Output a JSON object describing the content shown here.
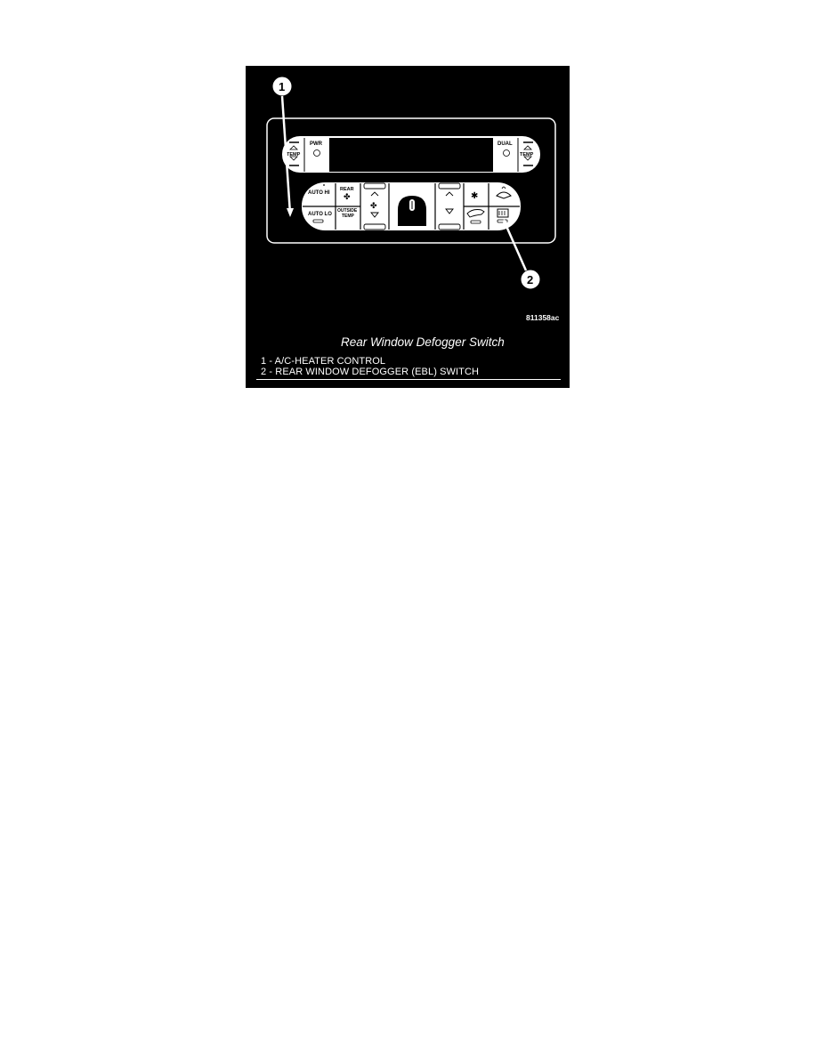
{
  "figure": {
    "title": "Rear Window Defogger Switch",
    "figure_code": "811358ac",
    "callouts": [
      "1",
      "2"
    ],
    "legend": [
      "1 - A/C-HEATER CONTROL",
      "2 - REAR WINDOW DEFOGGER (EBL) SWITCH"
    ]
  },
  "panel_labels": {
    "pwr": "PWR",
    "dual": "DUAL",
    "temp_left": "TEMP",
    "temp_right": "TEMP",
    "auto_hi": "AUTO HI",
    "auto_lo": "AUTO LO",
    "rear": "REAR",
    "outside_temp_1": "OUTSIDE",
    "outside_temp_2": "TEMP"
  }
}
